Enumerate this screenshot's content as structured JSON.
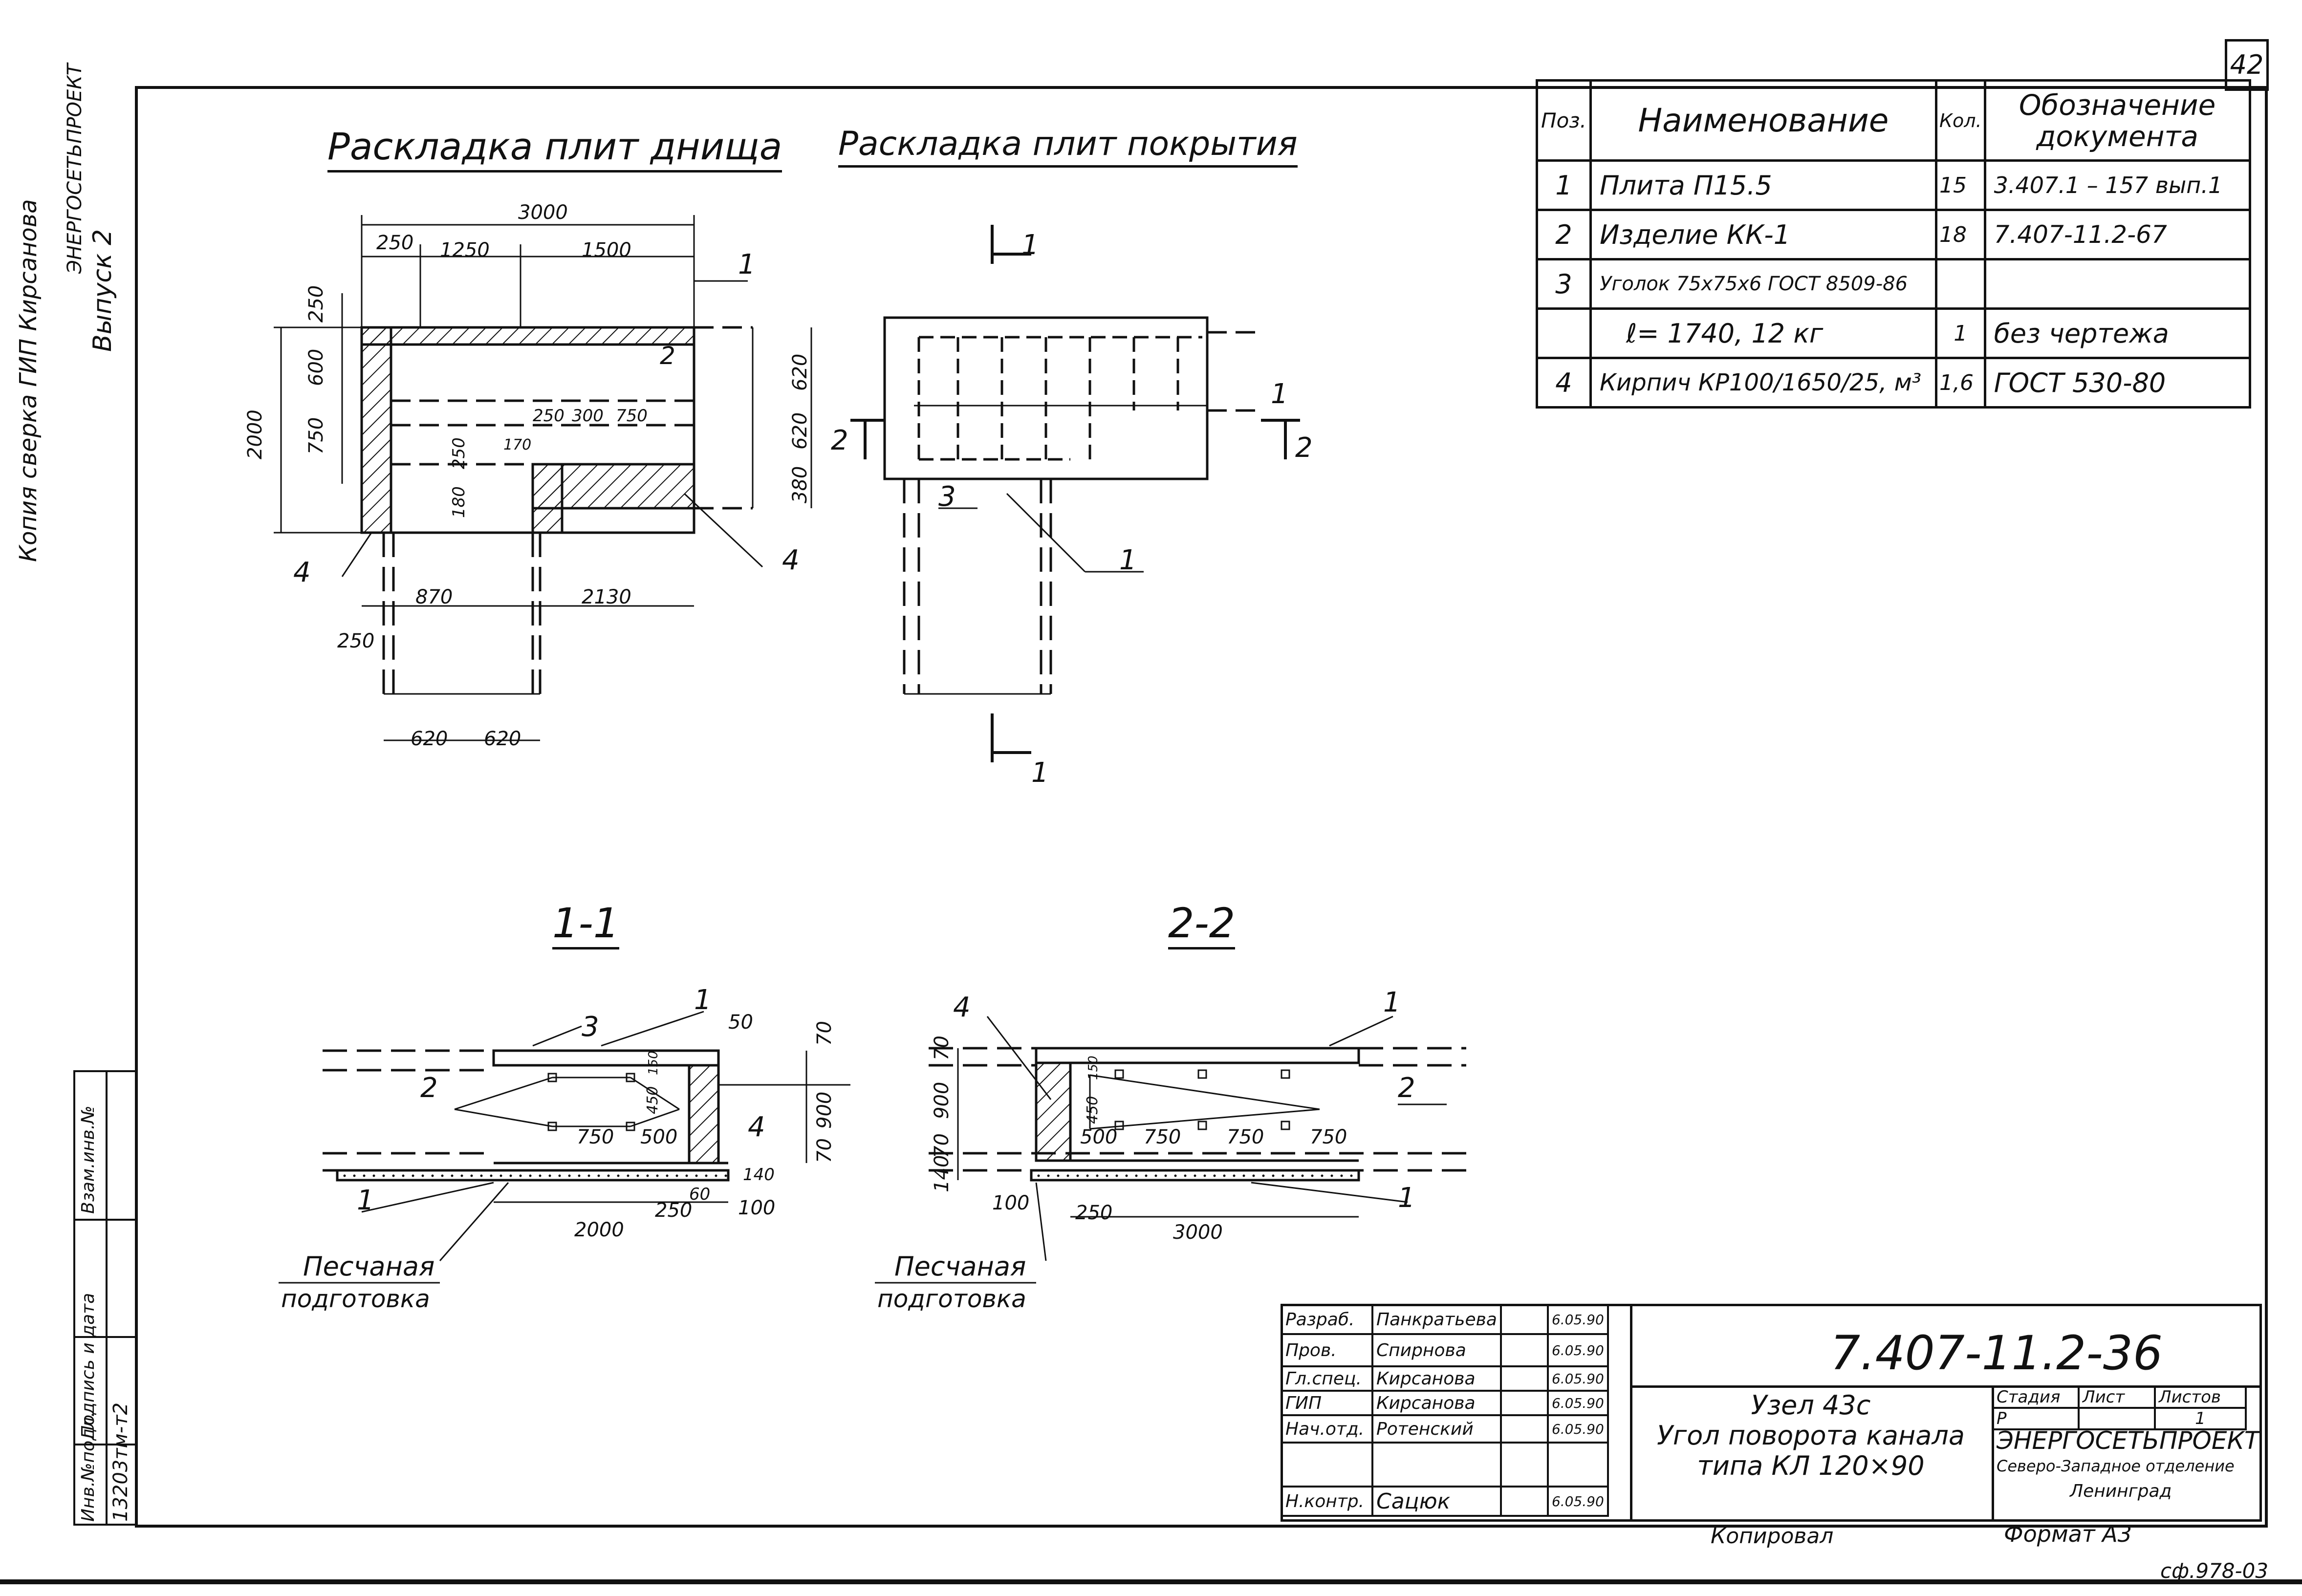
{
  "sheet_number": "42",
  "side_stamps": {
    "copy_note": "Копия сверка ГИП Кирсанова",
    "org": "ЭНЕРГОСЕТЬПРОЕКТ",
    "issue": "Выпуск 2",
    "strip_labels": [
      "Инв.№подл.",
      "Подпись и дата",
      "Взам.инв.№"
    ],
    "inv_number": "13203тм-т2"
  },
  "plan_bottom": {
    "title": "Раскладка плит днища",
    "dims": [
      "3000",
      "250",
      "1250",
      "1500",
      "250",
      "600",
      "750",
      "2000",
      "250",
      "300",
      "750",
      "170",
      "250",
      "180",
      "620",
      "620",
      "380",
      "870",
      "2130",
      "250",
      "620",
      "620"
    ],
    "callouts": [
      "1",
      "2",
      "4",
      "4"
    ]
  },
  "plan_top": {
    "title": "Раскладка плит покрытия",
    "callouts": [
      "1",
      "1",
      "2",
      "2",
      "3",
      "1",
      "1"
    ]
  },
  "section_11": {
    "title": "1-1",
    "dims": [
      "50",
      "70",
      "900",
      "70",
      "140",
      "100",
      "60",
      "450",
      "150",
      "750",
      "500",
      "2000",
      "250"
    ],
    "callouts": [
      "3",
      "1",
      "2",
      "4",
      "1"
    ],
    "note_line1": "Песчаная",
    "note_line2": "подготовка"
  },
  "section_22": {
    "title": "2-2",
    "dims": [
      "70",
      "900",
      "70",
      "140",
      "450",
      "150",
      "500",
      "750",
      "750",
      "750",
      "100",
      "250",
      "3000"
    ],
    "callouts": [
      "4",
      "1",
      "2",
      "1"
    ],
    "note_line1": "Песчаная",
    "note_line2": "подготовка"
  },
  "spec": {
    "headers": {
      "pos": "Поз.",
      "name": "Наименование",
      "qty": "Кол.",
      "doc_line1": "Обозначение",
      "doc_line2": "документа"
    },
    "rows": [
      {
        "pos": "1",
        "name": "Плита П15.5",
        "qty": "15",
        "doc": "3.407.1 – 157 вып.1"
      },
      {
        "pos": "2",
        "name": "Изделие КК-1",
        "qty": "18",
        "doc": "7.407-11.2-67"
      },
      {
        "pos": "3",
        "name": "Уголок 75х75х6 ГОСТ 8509-86",
        "qty": "",
        "doc": ""
      },
      {
        "pos": "",
        "name": "ℓ= 1740,   12 кг",
        "qty": "1",
        "doc": "без чертежа"
      },
      {
        "pos": "4",
        "name": "Кирпич КР100/1650/25, м³",
        "qty": "1,6",
        "doc": "ГОСТ 530-80"
      }
    ]
  },
  "title_block": {
    "code": "7.407-11.2-36",
    "signatures": [
      {
        "role": "Разраб.",
        "name": "Панкратьева",
        "date": "6.05.90"
      },
      {
        "role": "Пров.",
        "name": "Спирнова",
        "date": "6.05.90"
      },
      {
        "role": "Гл.спец.",
        "name": "Кирсанова",
        "date": "6.05.90"
      },
      {
        "role": "ГИП",
        "name": "Кирсанова",
        "date": "6.05.90"
      },
      {
        "role": "Нач.отд.",
        "name": "Ротенский",
        "date": "6.05.90"
      },
      {
        "role": "",
        "name": "",
        "date": ""
      },
      {
        "role": "Н.контр.",
        "name": "Сацюк",
        "date": "6.05.90"
      }
    ],
    "desc_line1": "Узел 43с",
    "desc_line2": "Угол поворота канала",
    "desc_line3": "типа КЛ 120×90",
    "stage_h": "Стадия",
    "sheet_h": "Лист",
    "sheets_h": "Листов",
    "stage": "Р",
    "sheet": "",
    "sheets": "1",
    "org_line1": "ЭНЕРГОСЕТЬПРОЕКТ",
    "org_line2": "Северо-Западное отделение",
    "org_line3": "Ленинград"
  },
  "footer": {
    "copied": "Копировал",
    "format": "Формат А3",
    "order": "сф.978-03"
  }
}
